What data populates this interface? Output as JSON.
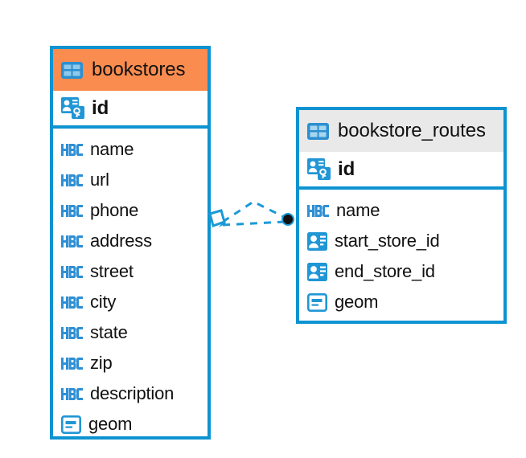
{
  "diagram": {
    "type": "entity-relationship-diagram",
    "colors": {
      "border": "#0d93d1",
      "header_highlight": "#fa8c4f",
      "header_default": "#e9e9e9",
      "icon_blue": "#2196d6",
      "text": "#111111",
      "connector": "#1b9ad6",
      "connector_endpoint": "#111111"
    },
    "entities": [
      {
        "id": "bookstores",
        "name": "bookstores",
        "header_style": "orange",
        "header_icon": "table-icon",
        "primary_key": {
          "name": "id",
          "icon": "primary-key-icon"
        },
        "fields": [
          {
            "name": "name",
            "icon": "text-type-icon"
          },
          {
            "name": "url",
            "icon": "text-type-icon"
          },
          {
            "name": "phone",
            "icon": "text-type-icon"
          },
          {
            "name": "address",
            "icon": "text-type-icon"
          },
          {
            "name": "street",
            "icon": "text-type-icon"
          },
          {
            "name": "city",
            "icon": "text-type-icon"
          },
          {
            "name": "state",
            "icon": "text-type-icon"
          },
          {
            "name": "zip",
            "icon": "text-type-icon"
          },
          {
            "name": "description",
            "icon": "text-type-icon"
          },
          {
            "name": "geom",
            "icon": "geometry-type-icon"
          }
        ]
      },
      {
        "id": "bookstore_routes",
        "name": "bookstore_routes",
        "header_style": "grey",
        "header_icon": "table-icon",
        "primary_key": {
          "name": "id",
          "icon": "primary-key-icon"
        },
        "fields": [
          {
            "name": "name",
            "icon": "text-type-icon"
          },
          {
            "name": "start_store_id",
            "icon": "foreign-key-icon"
          },
          {
            "name": "end_store_id",
            "icon": "foreign-key-icon"
          },
          {
            "name": "geom",
            "icon": "geometry-type-icon"
          }
        ]
      }
    ],
    "relationships": [
      {
        "from_entity": "bookstores",
        "to_entity": "bookstore_routes",
        "style": "dashed",
        "source_marker": "rhombus-marker",
        "target_marker": "filled-circle-marker"
      },
      {
        "from_entity": "bookstores",
        "to_entity": "bookstore_routes",
        "style": "dashed",
        "source_marker": "rhombus-marker",
        "target_marker": "filled-circle-marker"
      }
    ]
  }
}
